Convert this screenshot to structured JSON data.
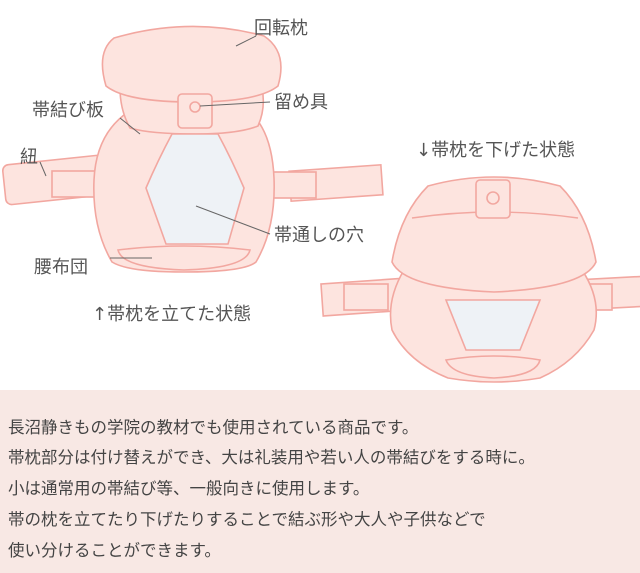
{
  "labels": {
    "rotating_pillow": "回転枕",
    "fastener": "留め具",
    "obi_board": "帯結び板",
    "string": "紐",
    "obi_hole": "帯通しの穴",
    "waist_cushion": "腰布団",
    "upright_state": "↑帯枕を立てた状態",
    "lowered_state": "↓帯枕を下げた状態"
  },
  "description": [
    "長沼静きもの学院の教材でも使用されている商品です。",
    "帯枕部分は付け替えができ、大は礼装用や若い人の帯結びをする時に。",
    "小は通常用の帯結び等、一般向きに使用します。",
    "帯の枕を立てたり下げたりすることで結ぶ形や大人や子供などで",
    "使い分けることができます。"
  ],
  "colors": {
    "fill": "#fde4df",
    "stroke": "#f2a7a0",
    "window": "#eef2f6",
    "panel": "#f8e8e4"
  }
}
